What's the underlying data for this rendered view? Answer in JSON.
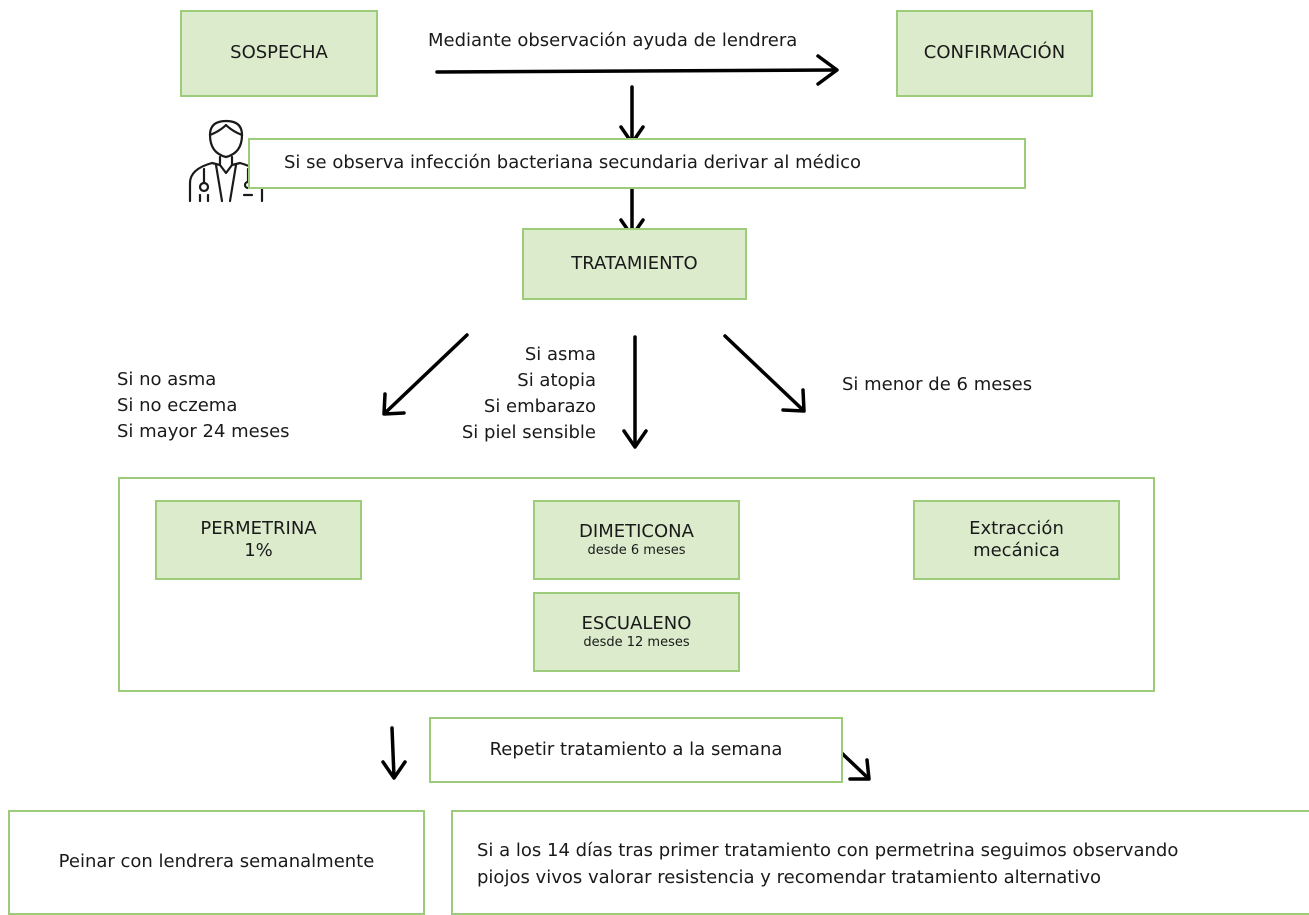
{
  "nodes": {
    "sospecha": "SOSPECHA",
    "confirmacion": "CONFIRMACIÓN",
    "observacion_label": "Mediante observación ayuda de lendrera",
    "infeccion": "Si se observa infección bacteriana secundaria derivar al médico",
    "tratamiento": "TRATAMIENTO",
    "repetir": "Repetir tratamiento a la semana",
    "peinar": "Peinar con lendrera semanalmente",
    "resistencia_1": "Si a los 14 días tras primer tratamiento con permetrina seguimos observando",
    "resistencia_2": "piojos vivos valorar resistencia y recomendar tratamiento alternativo"
  },
  "conditions": {
    "left": [
      "Si no asma",
      "Si no eczema",
      "Si mayor 24 meses"
    ],
    "middle": [
      "Si asma",
      "Si atopia",
      "Si embarazo",
      "Si piel sensible"
    ],
    "right": "Si menor de 6 meses"
  },
  "treatments": {
    "permetrina": {
      "name": "PERMETRINA",
      "dose": "1%"
    },
    "dimeticona": {
      "name": "DIMETICONA",
      "note": "desde 6 meses"
    },
    "escualeno": {
      "name": "ESCUALENO",
      "note": "desde 12 meses"
    },
    "extraccion": {
      "line1": "Extracción",
      "line2": "mecánica"
    }
  },
  "icons": {
    "doctor": "doctor-icon"
  },
  "colors": {
    "box_fill": "#dcebcc",
    "box_border": "#9ccc7a",
    "arrow": "#000000"
  }
}
